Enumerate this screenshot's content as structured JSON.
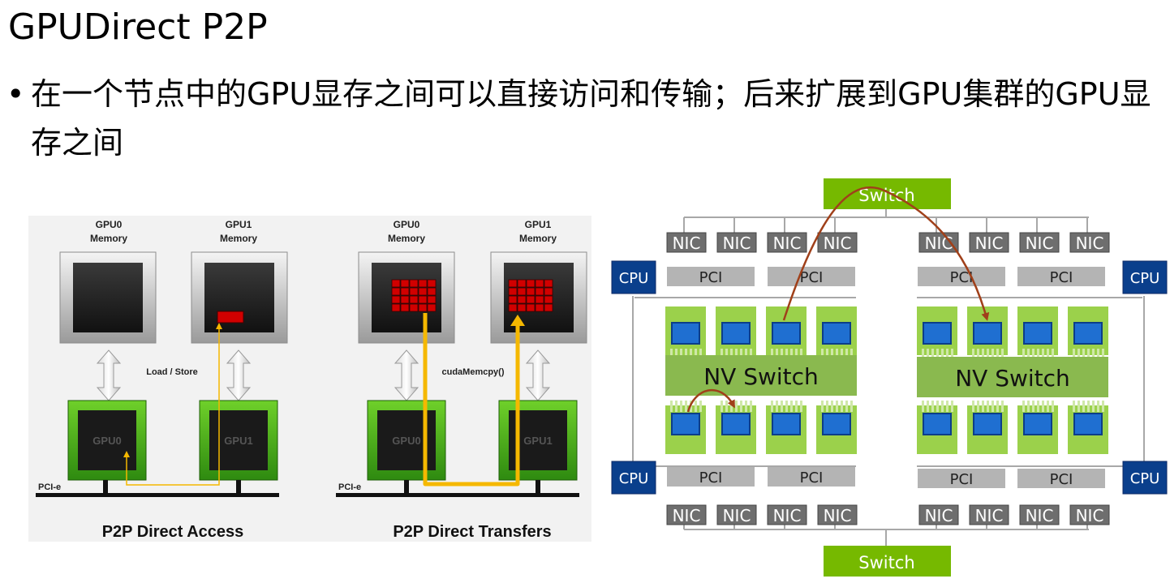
{
  "slide": {
    "title": "GPUDirect P2P",
    "bullet_symbol": "•",
    "bullet": "在一个节点中的GPU显存之间可以直接访问和传输；后来扩展到GPU集群的GPU显存之间"
  },
  "left_diagram": {
    "panel_a": {
      "gpu0_mem_label": [
        "GPU0",
        "Memory"
      ],
      "gpu1_mem_label": [
        "GPU1",
        "Memory"
      ],
      "op_label": "Load / Store",
      "gpu0": "GPU0",
      "gpu1": "GPU1",
      "bus": "PCI-e",
      "caption": "P2P Direct Access"
    },
    "panel_b": {
      "gpu0_mem_label": [
        "GPU0",
        "Memory"
      ],
      "gpu1_mem_label": [
        "GPU1",
        "Memory"
      ],
      "op_label": "cudaMemcpy()",
      "gpu0": "GPU0",
      "gpu1": "GPU1",
      "bus": "PCI-e",
      "caption": "P2P Direct Transfers"
    }
  },
  "right_diagram": {
    "switch_label": "Switch",
    "nic_label": "NIC",
    "pci_label": "PCI",
    "cpu_label": "CPU",
    "nvswitch_label": "NV Switch"
  },
  "colors": {
    "nvidia_green": "#76b900",
    "gpu_green": "#9bd14b",
    "cpu_blue": "#0a3f8c",
    "nic_gray": "#6e6e6e",
    "pci_gray": "#b4b4b4",
    "arrow_brown": "#a0401a",
    "transfer_yellow": "#f5b800"
  }
}
